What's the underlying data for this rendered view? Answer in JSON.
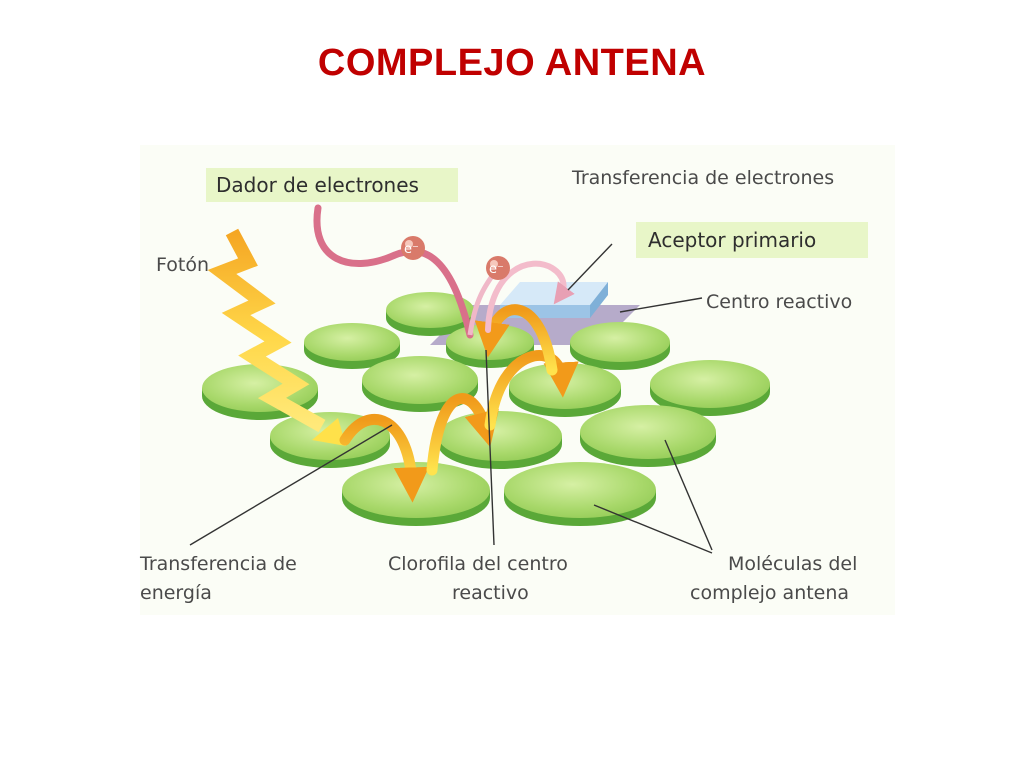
{
  "slide": {
    "title": "COMPLEJO ANTENA"
  },
  "diagram": {
    "labels": {
      "electron_donor": "Dador de electrones",
      "electron_transfer": "Transferencia de electrones",
      "primary_acceptor": "Aceptor primario",
      "photon": "Fotón",
      "reaction_center": "Centro reactivo",
      "energy_transfer_line1": "Transferencia de",
      "energy_transfer_line2": "energía",
      "rc_chlorophyll_line1": "Clorofila del centro",
      "rc_chlorophyll_line2": "reactivo",
      "antenna_molecules_line1": "Moléculas del",
      "antenna_molecules_line2": "complejo antena"
    },
    "electron_symbol": "e⁻"
  },
  "colors": {
    "title": "#c00000",
    "disc_top": "#a8d86a",
    "disc_side": "#5aa838",
    "disc_highlight": "#d2ee9c",
    "label_highlight": "#e8f6c8",
    "arrow_orange": "#f2a21e",
    "arrow_yellow": "#ffe14a",
    "donor_pink": "#d9708a",
    "acceptor_blue": "#bcd9f2",
    "rc_plate": "#a99cc2",
    "electron": "#d97a6a"
  }
}
